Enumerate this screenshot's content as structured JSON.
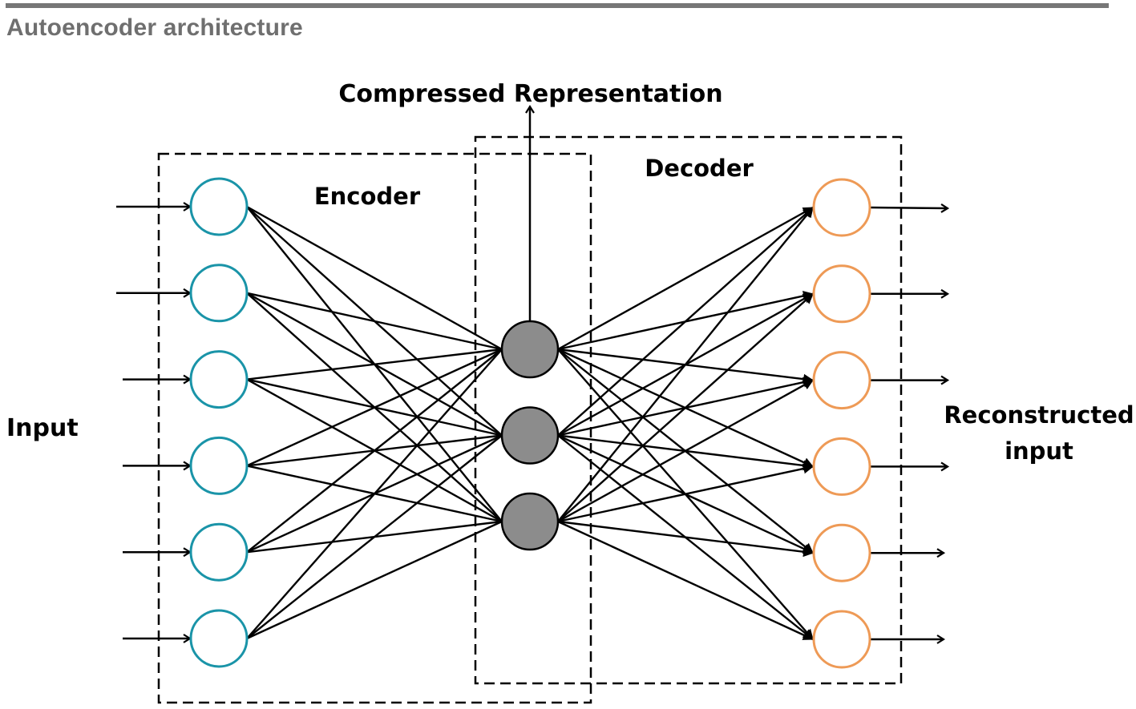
{
  "header": {
    "title": "Autoencoder architecture"
  },
  "diagram": {
    "labels": {
      "compressed": "Compressed Representation",
      "encoder": "Encoder",
      "decoder": "Decoder",
      "input": "Input",
      "reconstructed_line1": "Reconstructed",
      "reconstructed_line2": "input"
    },
    "layers": {
      "input": {
        "name": "Input layer",
        "node_count": 6,
        "color": "#1a94a8"
      },
      "bottleneck": {
        "name": "Compressed representation",
        "node_count": 3,
        "color": "#8c8c8c"
      },
      "output": {
        "name": "Reconstructed output",
        "node_count": 6,
        "color": "#ee9a56"
      }
    },
    "connections": "fully-connected input→bottleneck and bottleneck→output",
    "line_color": "#000000"
  }
}
